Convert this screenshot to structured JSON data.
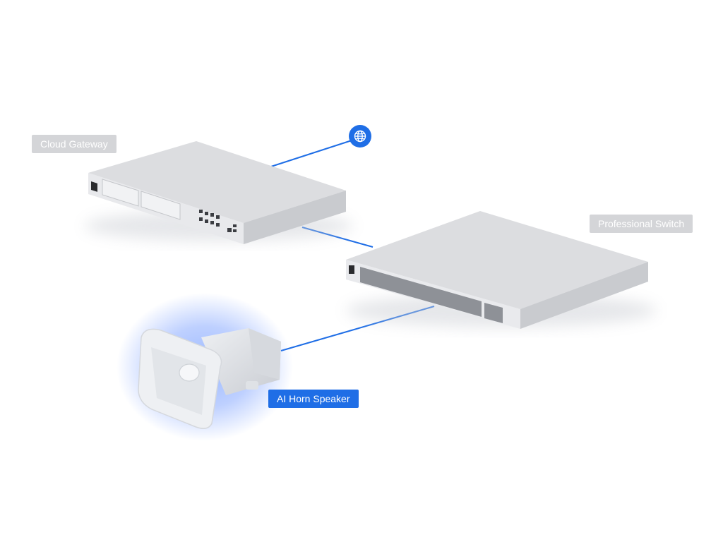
{
  "nodes": {
    "gateway_label": "Cloud Gateway",
    "switch_label": "Professional Switch",
    "speaker_label": "AI Horn Speaker"
  },
  "icons": {
    "internet": "globe-icon"
  },
  "colors": {
    "link_line": "#1f6ee6",
    "internet_badge": "#1f6ee6",
    "highlight_label": "#1f6ee6",
    "device_label": "#d4d5d8",
    "speaker_glow": "#5b8cff",
    "device_body": "#d9dadd"
  }
}
